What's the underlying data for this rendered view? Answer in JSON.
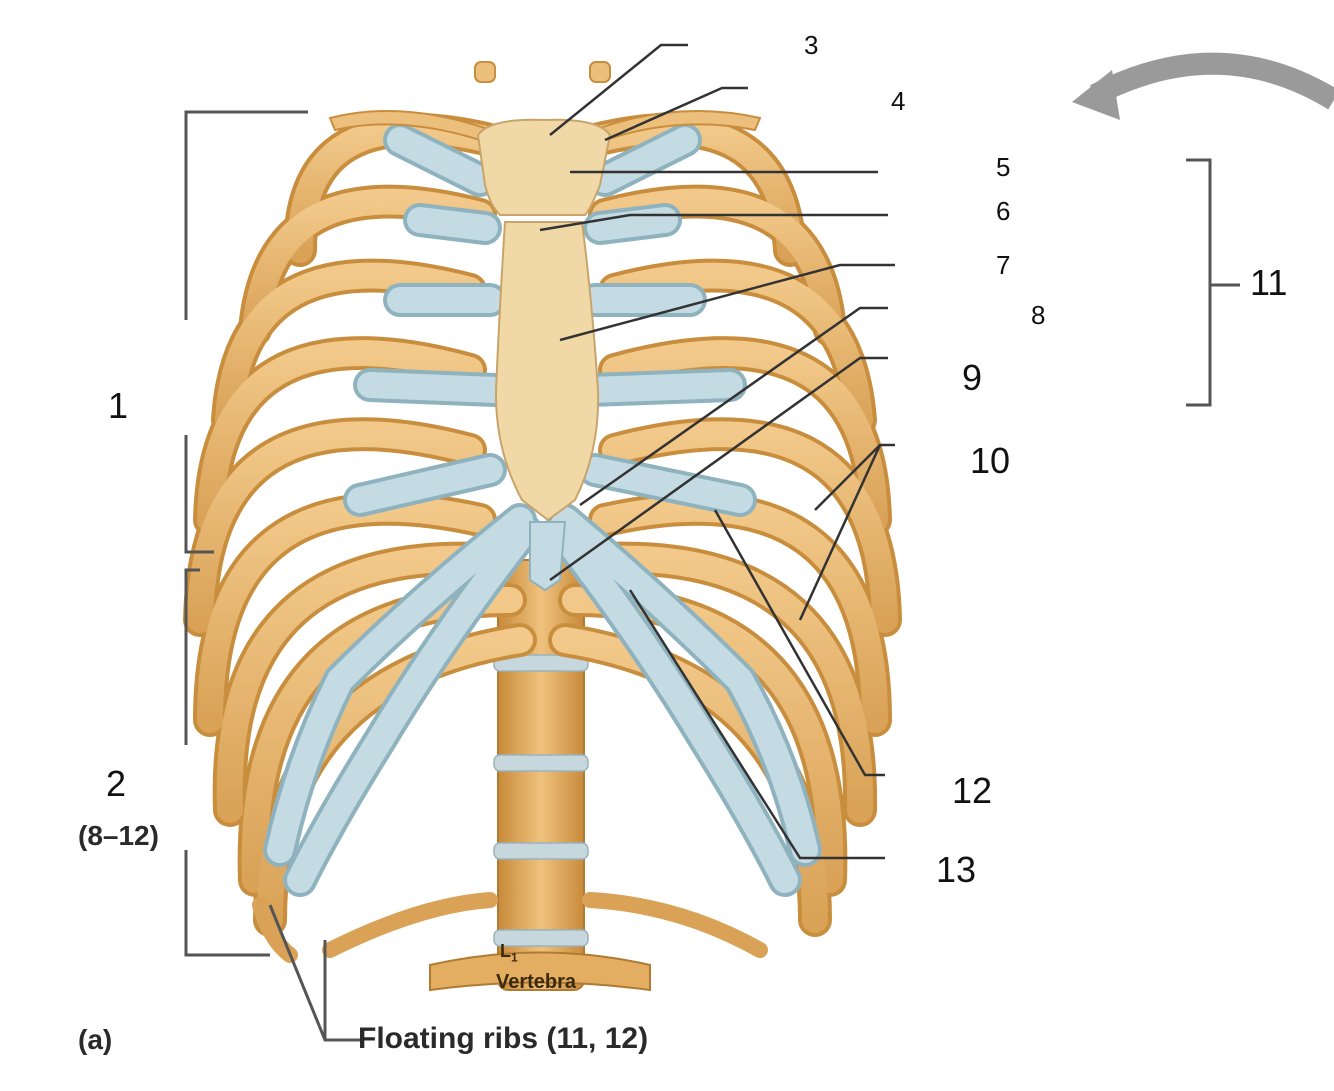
{
  "labels": {
    "n1": "1",
    "n2": "2",
    "n3": "3",
    "n4": "4",
    "n5": "5",
    "n6": "6",
    "n7": "7",
    "n8": "8",
    "n9": "9",
    "n10": "10",
    "n11": "11",
    "n12": "12",
    "n13": "13"
  },
  "printed": {
    "ribs_range": "(8–12)",
    "vertebra_sub": "L",
    "vertebra_subscript": "1",
    "vertebra": "Vertebra",
    "floating_ribs": "Floating ribs (11, 12)",
    "panel": "(a)"
  },
  "colors": {
    "bone": "#e9b76b",
    "bone_dark": "#c98e3d",
    "cartilage": "#b9d3dc",
    "cartilage_dark": "#8fb2bf",
    "sternum": "#f0d9a6",
    "bracket": "#555555",
    "arrow": "#9a9a9a"
  }
}
